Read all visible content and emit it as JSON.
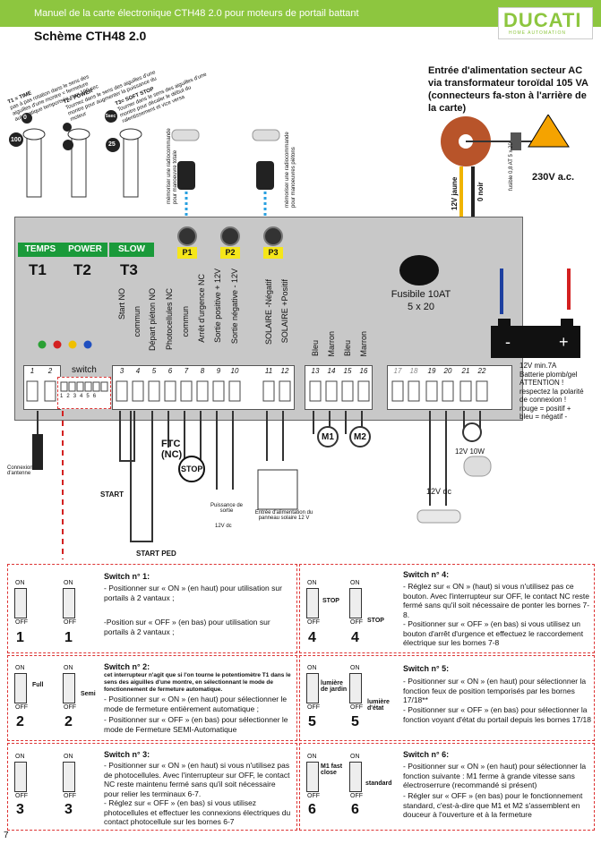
{
  "header": {
    "title": "Manuel de la carte électronique CTH48 2.0 pour moteurs de portail battant",
    "logo": "DUCATI",
    "logo_sub": "HOME AUTOMATION"
  },
  "schema_title": "Schème CTH48 2.0",
  "pot_notes": {
    "t1": [
      "T1 = TIME",
      "pas à pas rotation dans le sens des",
      "aiguilles d'une montre = fermeture",
      "automatique temporisée max 100 sec"
    ],
    "t2": [
      "T2= POWER",
      "Tournez dans le sens des aiguilles d'une",
      "montre pour augmenter la puissance du",
      "moteur"
    ],
    "t3": [
      "T3= SOFT STOP",
      "Tourner dans le sens des aiguilles d'une",
      "montre pour décaler le début du",
      "ralentissement et vice versa"
    ]
  },
  "pot_values": {
    "t1_min": "0",
    "t1_max": "100",
    "t3_min": "5sec",
    "t3_max": "25"
  },
  "pots": [
    {
      "label": "TEMPS",
      "name": "T1"
    },
    {
      "label": "POWER",
      "name": "T2"
    },
    {
      "label": "SLOW",
      "name": "T3"
    }
  ],
  "remote_notes": {
    "p1": [
      "mémoriser une radiocommande",
      "pour manoeuvre totale"
    ],
    "p3": [
      "mémoriser une radiocommande",
      "pour manoeuvres piétons"
    ]
  },
  "buttons": [
    "P1",
    "P2",
    "P3"
  ],
  "power_input": "Entrée d'alimentation secteur AC via transformateur toroïdal 105 VA (connecteurs fa-ston à l'arrière de la carte)",
  "wire_labels": {
    "yellow": "12V jaune",
    "black": "0 noir",
    "fuse": "fusible 0,8 AT 5 x 20"
  },
  "ac_label": "230V a.c.",
  "fuse_board": {
    "line1": "Fusibile 10AT",
    "line2": "5 x 20"
  },
  "battery_note": [
    "12V min.7A",
    "Batterie plomb/gel",
    "ATTENTION !",
    "respectez la polarité",
    "de connexion !",
    "rouge = positif +",
    "bleu = négatif -"
  ],
  "terminal_labels": [
    "Start NO",
    "commun",
    "Départ piéton NO",
    "Photocellules NC",
    "commun",
    "Arrêt d'urgence NC",
    "Sortie positive + 12V",
    "Sortie négative - 12V",
    "SOLAIRE -Négatif",
    "SOLAIRE +Positif",
    "Bleu",
    "Marron",
    "Bleu",
    "Marron"
  ],
  "terminal_groups": [
    {
      "nums": [
        "1",
        "2"
      ]
    },
    {
      "nums": [
        "3",
        "4",
        "5",
        "6",
        "7",
        "8",
        "9",
        "10",
        "11",
        "12"
      ]
    },
    {
      "nums": [
        "13",
        "14",
        "15",
        "16"
      ]
    },
    {
      "nums": [
        "17",
        "18",
        "19",
        "20",
        "21",
        "22"
      ]
    }
  ],
  "switch_label": "switch",
  "switch_nums": [
    "1",
    "2",
    "3",
    "4",
    "5",
    "6"
  ],
  "below": {
    "antenna": "Connexion d'antenne",
    "start": "START",
    "start_ped": "START PED",
    "ftc": "FTC (NC)",
    "stop": "STOP",
    "out_power": "Puissance de sortie",
    "out_v": "12V dc",
    "solar": "Entrée d'alimentation du panneau solaire 12 V",
    "m1": "M1",
    "m2": "M2",
    "lamp": "12V 10W",
    "lock": "12V dc"
  },
  "switches": [
    {
      "title": "Switch n° 1:",
      "text": [
        "- Positionner sur « ON » (en haut) pour utilisation sur portails à 2 vantaux ;",
        "-Position sur « OFF » (en bas) pour utilisation sur portails à 2 vantaux ;"
      ],
      "num": "1"
    },
    {
      "title": "Switch n° 2:",
      "bold": "cet interrupteur n'agit que si l'on tourne le potentiomètre T1 dans le sens des aiguilles d'une montre, en sélectionnant le mode de fonctionnement de fermeture automatique.",
      "text": [
        "- Positionner sur « ON » (en haut) pour sélectionner le mode de fermeture entièrement automatique ;",
        "- Positionner sur « OFF » (en bas) pour sélectionner le mode de Fermeture SEMI-Automatique"
      ],
      "num": "2",
      "tag_on": "Full",
      "tag_off": "Semi"
    },
    {
      "title": "Switch n° 3:",
      "text": [
        "- Positionner sur « ON » (en haut) si vous n'utilisez pas de photocellules. Avec l'interrupteur sur OFF, le contact NC reste maintenu fermé sans qu'il soit nécessaire pour relier les terminaux 6-7.",
        "- Réglez sur « OFF » (en bas) si vous utilisez photocellules et effectuer les connexions électriques du contact photocellule sur les bornes 6-7"
      ],
      "num": "3"
    },
    {
      "title": "Switch n° 4:",
      "text": [
        "- Réglez sur « ON » (haut) si vous n'utilisez pas ce bouton. Avec l'interrupteur sur OFF, le contact NC reste fermé sans qu'il soit nécessaire de ponter les bornes 7-8.",
        "- Positionner sur « OFF » (en bas) si vous utilisez un bouton d'arrêt d'urgence et effectuez le raccordement électrique sur les bornes 7-8"
      ],
      "num": "4",
      "tag_on": "STOP",
      "tag_off": "STOP"
    },
    {
      "title": "Switch n° 5:",
      "text": [
        "- Positionner sur « ON » (en haut) pour sélectionner la fonction feux de position temporisés par les bornes 17/18**",
        "- Positionner sur « OFF » (en bas) pour sélectionner la fonction voyant d'état du portail depuis les bornes 17/18"
      ],
      "num": "5",
      "tag_on": "lumière de jardin",
      "tag_off": "lumière d'état"
    },
    {
      "title": "Switch n° 6:",
      "text": [
        "- Positionner sur « ON » (en haut) pour sélectionner la fonction suivante : M1 ferme à grande vitesse sans électroserrure (recommandé si présent)",
        "- Régler sur « OFF » (en bas) pour le fonctionnement standard, c'est-à-dire que M1 et M2 s'assemblent en douceur à l'ouverture et à la fermeture"
      ],
      "num": "6",
      "tag_on": "M1 fast close",
      "tag_off": "standard"
    }
  ],
  "dip_on": "ON",
  "dip_off": "OFF",
  "page_number": "7",
  "colors": {
    "header": "#8dc63f",
    "pot_green": "#1a9a3a",
    "button_yellow": "#f5e61a",
    "red_wire": "#d32020",
    "blue_wire": "#1e40a0"
  }
}
